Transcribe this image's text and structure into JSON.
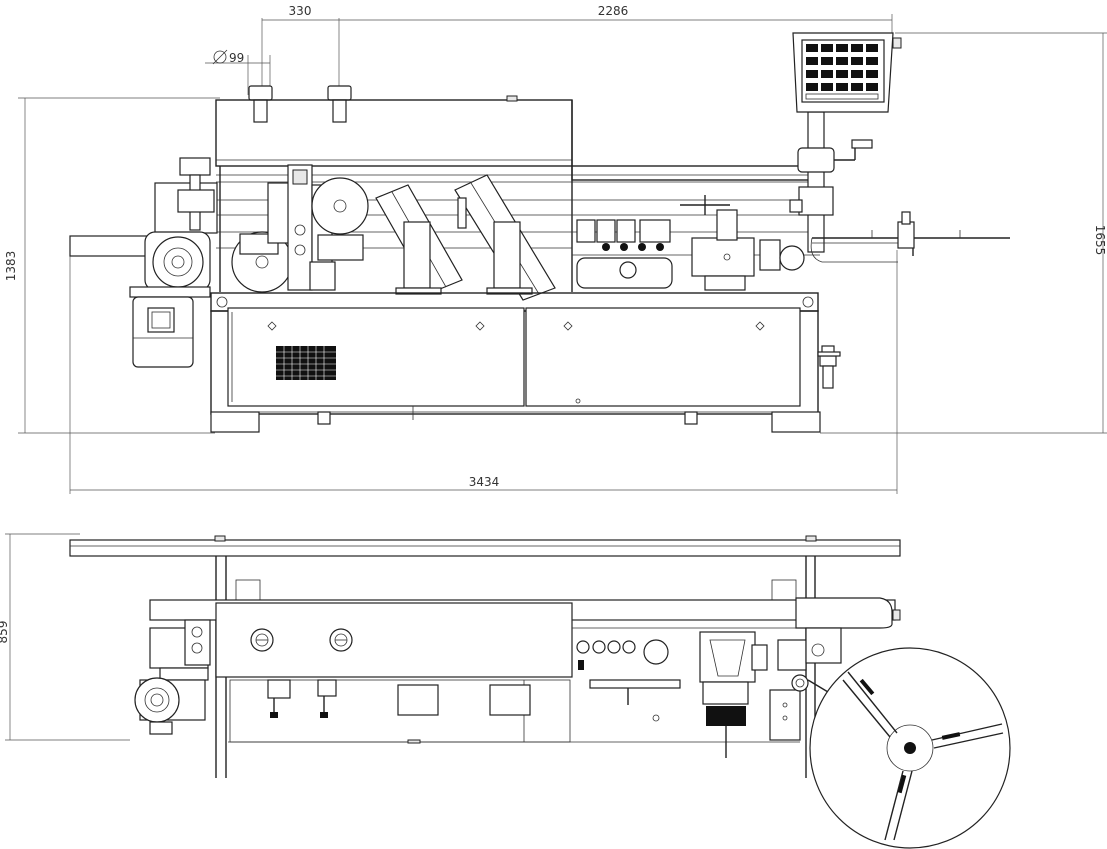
{
  "dimensions": {
    "diameter": "99",
    "spacing": "330",
    "span": "2286",
    "overall_length": "3434",
    "front_height": "1383",
    "total_height": "1655",
    "depth": "859"
  }
}
